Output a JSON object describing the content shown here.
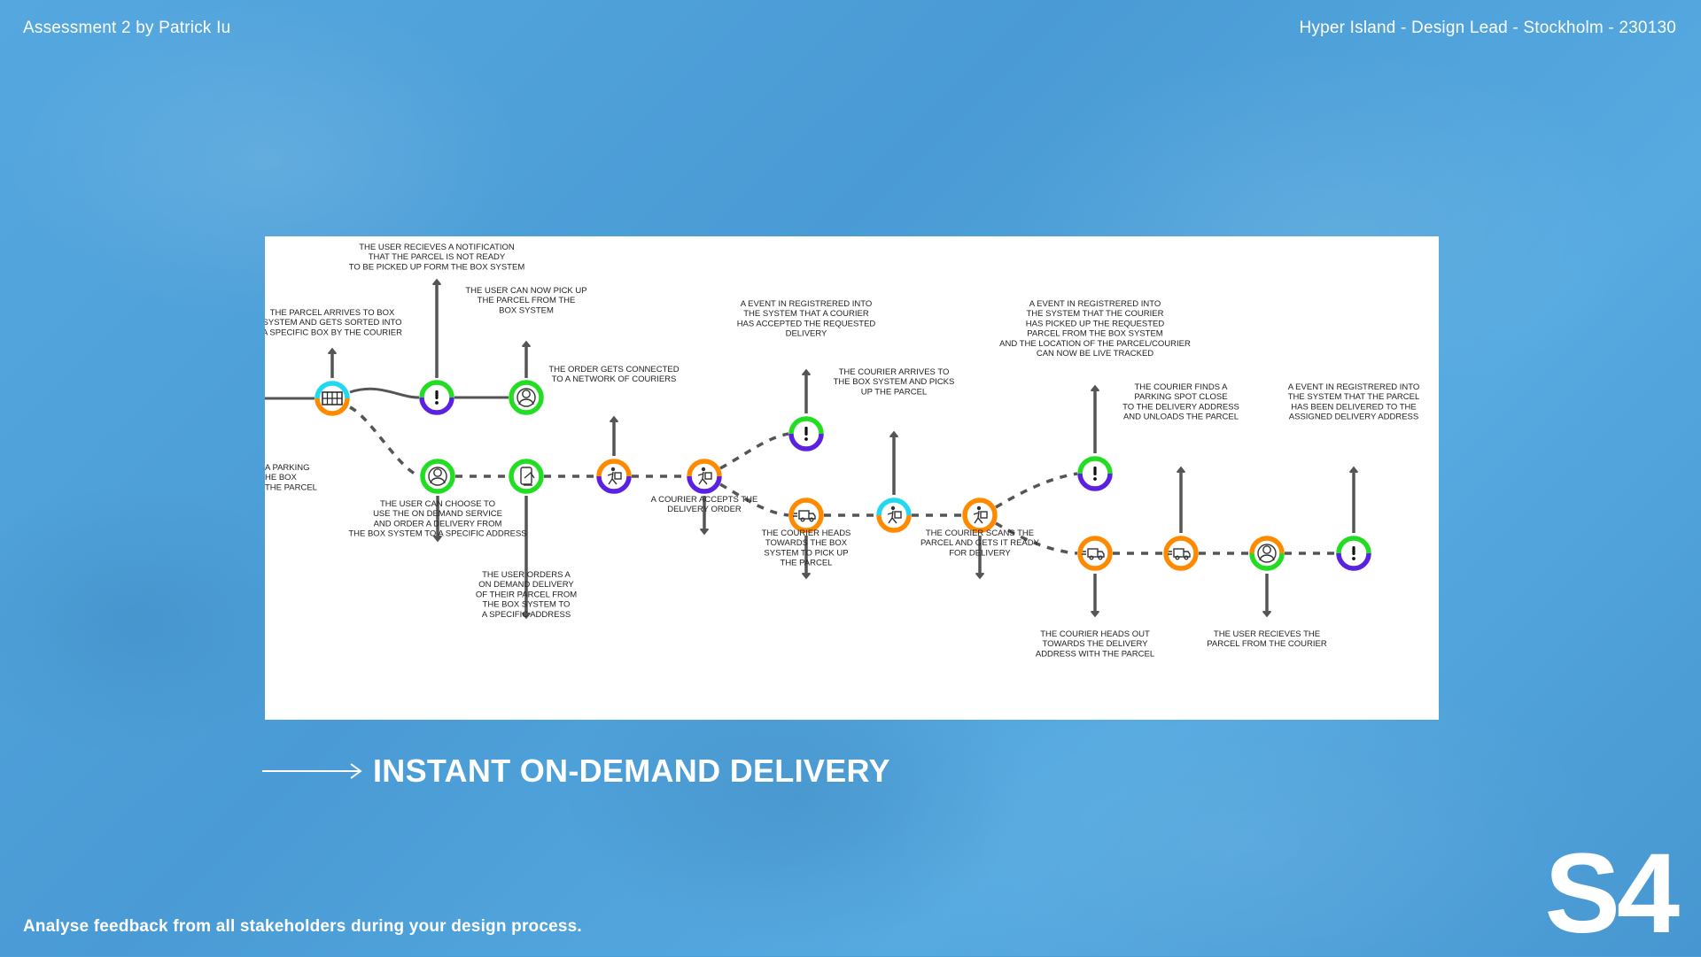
{
  "header": {
    "left": "Assessment 2 by Patrick Iu",
    "right": "Hyper Island - Design Lead - Stockholm - 230130"
  },
  "footer": {
    "note": "Analyse feedback from all stakeholders during your design process.",
    "slide_id": "S4"
  },
  "section": {
    "title": "INSTANT ON-DEMAND DELIVERY"
  },
  "diagram": {
    "colors": {
      "line": "#555555",
      "green": "#22dd22",
      "orange": "#ff8a00",
      "purple": "#5a22e0",
      "cyan": "#22d7f0"
    },
    "nodes": [
      {
        "id": "box",
        "icon": "locker-icon",
        "ring": "cyan-orange"
      },
      {
        "id": "notify1",
        "icon": "exclamation-icon",
        "ring": "green-purple"
      },
      {
        "id": "user1",
        "icon": "user-icon",
        "ring": "green"
      },
      {
        "id": "user2",
        "icon": "user-icon",
        "ring": "green"
      },
      {
        "id": "order",
        "icon": "phone-order-icon",
        "ring": "green"
      },
      {
        "id": "network",
        "icon": "courier-icon",
        "ring": "orange-purple"
      },
      {
        "id": "accept",
        "icon": "courier-icon",
        "ring": "orange-purple"
      },
      {
        "id": "event1",
        "icon": "exclamation-icon",
        "ring": "green-purple"
      },
      {
        "id": "truck1",
        "icon": "truck-icon",
        "ring": "orange"
      },
      {
        "id": "arrive",
        "icon": "courier-icon",
        "ring": "cyan-orange"
      },
      {
        "id": "scan",
        "icon": "courier-icon",
        "ring": "orange"
      },
      {
        "id": "event2",
        "icon": "exclamation-icon",
        "ring": "green-purple"
      },
      {
        "id": "truck2",
        "icon": "truck-icon",
        "ring": "orange"
      },
      {
        "id": "truck3",
        "icon": "truck-icon",
        "ring": "orange"
      },
      {
        "id": "user3",
        "icon": "user-icon",
        "ring": "orange-green"
      },
      {
        "id": "event3",
        "icon": "exclamation-icon",
        "ring": "green-purple"
      }
    ],
    "labels": [
      {
        "id": "box",
        "lines": [
          "The parcel arrives to box",
          "system and gets sorted into",
          "a specific box by the courier"
        ]
      },
      {
        "id": "notify1",
        "lines": [
          "The user recieves a notification",
          "that the parcel is not ready",
          "to be picked up form the box system"
        ]
      },
      {
        "id": "user1",
        "lines": [
          "The user can now pick up",
          "the parcel from the",
          "box system"
        ]
      },
      {
        "id": "left-partial",
        "lines": [
          "a parking",
          "he box",
          "the parcel"
        ]
      },
      {
        "id": "user2",
        "lines": [
          "The user can choose to",
          "use the on demand service",
          "and order a delivery from",
          "the box system to a specific address"
        ]
      },
      {
        "id": "order",
        "lines": [
          "The user orders a",
          "on demand delivery",
          "of their parcel from",
          "the box system to",
          "a specific address"
        ]
      },
      {
        "id": "network",
        "lines": [
          "The order gets connected",
          "to a network of couriers"
        ]
      },
      {
        "id": "accept",
        "lines": [
          "A courier accepts the",
          "delivery order"
        ]
      },
      {
        "id": "event1",
        "lines": [
          "A event in registrered into",
          "the system that a courier",
          "has accepted the requested",
          "delivery"
        ]
      },
      {
        "id": "truck1",
        "lines": [
          "The courier heads",
          "towards the box",
          "system to pick up",
          "the parcel"
        ]
      },
      {
        "id": "arrive",
        "lines": [
          "The courier arrives to",
          "the box system and picks",
          "up the parcel"
        ]
      },
      {
        "id": "scan",
        "lines": [
          "The courier scans the",
          "parcel and gets it ready",
          "for delivery"
        ]
      },
      {
        "id": "event2",
        "lines": [
          "A event in registrered into",
          "the system that the courier",
          "has picked up the requested",
          "parcel from the box system",
          "and the location of the parcel/courier",
          "can now be live tracked"
        ]
      },
      {
        "id": "truck2",
        "lines": [
          "The courier heads out",
          "towards the delivery",
          "address with the parcel"
        ]
      },
      {
        "id": "truck3",
        "lines": [
          "The courier finds a",
          "parking spot close",
          "to the delivery address",
          "and unloads the parcel"
        ]
      },
      {
        "id": "user3",
        "lines": [
          "The user recieves the",
          "parcel from the courier"
        ]
      },
      {
        "id": "event3",
        "lines": [
          "A event in registrered into",
          "the system that the parcel",
          "has been delivered to the",
          "assigned delivery address"
        ]
      }
    ]
  }
}
